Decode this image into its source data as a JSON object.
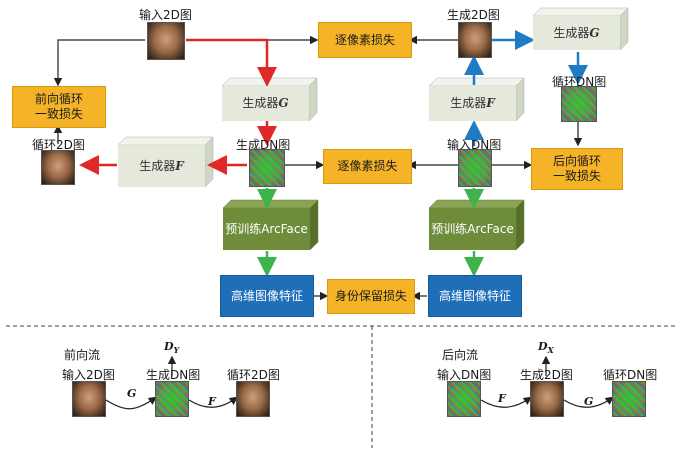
{
  "labels": {
    "input_2d": "输入2D图",
    "generated_2d": "生成2D图",
    "cycle_dn": "循环DN图",
    "generated_dn": "生成DN图",
    "input_dn": "输入DN图",
    "cycle_2d": "循环2D图"
  },
  "boxes": {
    "pixel_loss_top": "逐像素损失",
    "pixel_loss_mid": "逐像素损失",
    "forward_cycle_loss": "前向循环\n一致损失",
    "backward_cycle_loss": "后向循环\n一致损失",
    "gen_g_left": "生成器",
    "gen_g_left_sym": "G",
    "gen_f_left": "生成器",
    "gen_f_left_sym": "F",
    "gen_f_right": "生成器",
    "gen_f_right_sym": "F",
    "gen_g_right": "生成器",
    "gen_g_right_sym": "G",
    "arcface_left": "预训练ArcFace",
    "arcface_right": "预训练ArcFace",
    "feature_left": "高维图像特征",
    "feature_right": "高维图像特征",
    "identity_loss": "身份保留损失"
  },
  "bottom": {
    "forward_title": "前向流",
    "backward_title": "后向流",
    "fwd_input": "输入2D图",
    "fwd_generated": "生成DN图",
    "fwd_cycle": "循环2D图",
    "bwd_input": "输入DN图",
    "bwd_generated": "生成2D图",
    "bwd_cycle": "循环DN图",
    "g": "G",
    "f": "F",
    "dy": "D",
    "dy_sub": "Y",
    "dx": "D",
    "dx_sub": "X"
  },
  "colors": {
    "red_arrow": "#e02828",
    "blue_arrow": "#1f7cc4",
    "green_arrow": "#3cb44b",
    "black_arrow": "#222222",
    "orange_box": "#f5b428",
    "blue_box": "#1f6fb8",
    "generator_box": "#e4e9dc",
    "arcface_box": "#6f8c3a"
  }
}
